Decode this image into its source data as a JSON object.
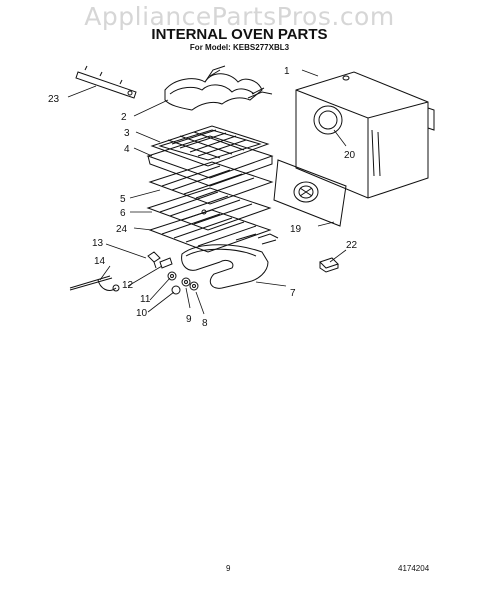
{
  "watermark": "AppliancePartsPros.com",
  "title": "INTERNAL OVEN PARTS",
  "model_line": "For Model: KEBS277XBL3",
  "callouts": {
    "c1": "1",
    "c2": "2",
    "c3": "3",
    "c4": "4",
    "c5": "5",
    "c6": "6",
    "c7": "7",
    "c8": "8",
    "c9": "9",
    "c10": "10",
    "c11": "11",
    "c12": "12",
    "c13": "13",
    "c14": "14",
    "c19": "19",
    "c20": "20",
    "c22": "22",
    "c23": "23",
    "c24": "24"
  },
  "footer": {
    "page_number": "9",
    "doc_number": "4174204"
  }
}
